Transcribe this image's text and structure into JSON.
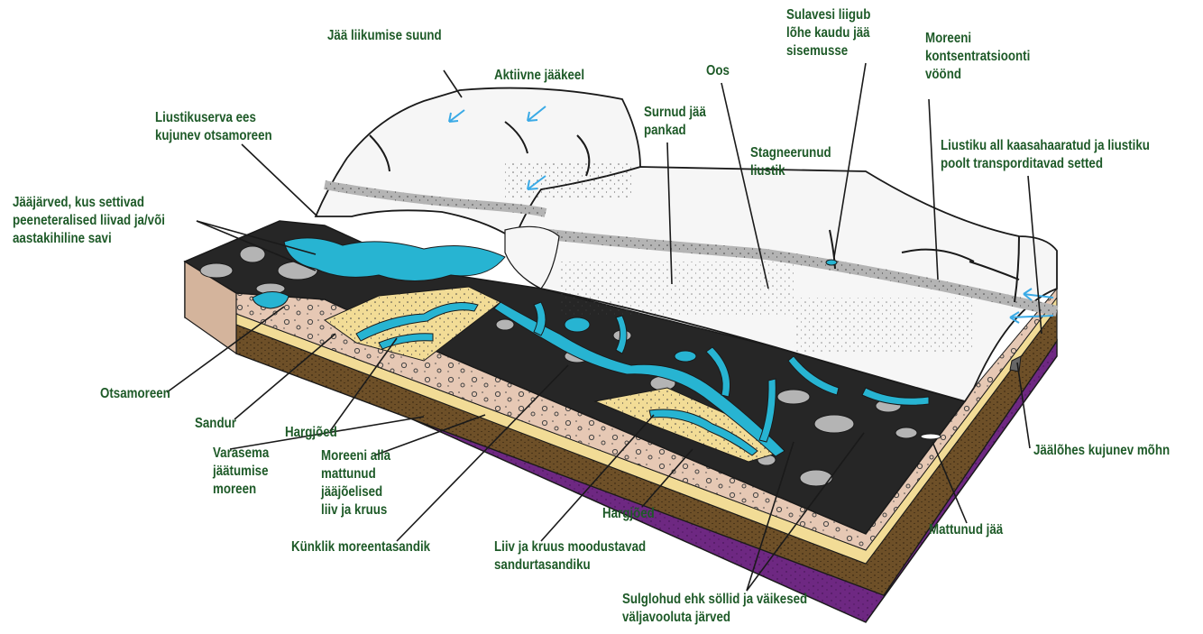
{
  "labels": {
    "jaa_liikumise_suund": "Jää liikumise suund",
    "aktiivne_jaakeel": "Aktiivne jääkeel",
    "liustikuserva_otsamoreen": "Liustikuserva ees\nkujunev otsamoreen",
    "jaajarved": "Jääjärved, kus settivad\npeeneteralised liivad ja/või\naastakihiline savi",
    "oos": "Oos",
    "surnud_jaa_pankad": "Surnud jää\npankad",
    "stagneerunud_liustik": "Stagneerunud\nliustik",
    "sulavesi": "Sulavesi liigub\nlõhe kaudu jää\nsisemusse",
    "moreeni_kontsentratsioonitsoon": "Moreeni\nkontsentratsioonti\nvöönd",
    "liustiku_setted": "Liustiku all kaasahaaratud ja liustiku\npoolt transporditavad setted",
    "otsamoreen": "Otsamoreen",
    "sandur": "Sandur",
    "hargjoed_1": "Hargjõed",
    "varasema_moreen": "Varasema\njäätumise\nmoreen",
    "moreeni_alla_mattunud": "Moreeni alla\nmattunud\njääjõelised\nliiv ja kruus",
    "kunklik_moreentasandik": "Künklik moreentasandik",
    "liiv_ja_kruus": "Liiv ja kruus moodustavad\nsandurtasandiku",
    "hargjoed_2": "Hargjõed",
    "sulglohud": "Sulglohud ehk söllid ja väikesed\nväljavooluta järved",
    "jaalohes_mohn": "Jäälõhes kujunev mõhn",
    "mattunud_jaa": "Mattunud jää"
  },
  "colors": {
    "label_text": "#1e5a28",
    "ice": "#f6f6f6",
    "debris_band": "#b4b4b4",
    "moraine_dark": "#262626",
    "meltwater": "#27b4d2",
    "sand": "#f2dc96",
    "gravel": "#e6c8b4",
    "till": "#6e5028",
    "bedrock": "#6e2882",
    "outline": "#1a1a1a",
    "arrow_ice_flow": "#3aaae6"
  }
}
